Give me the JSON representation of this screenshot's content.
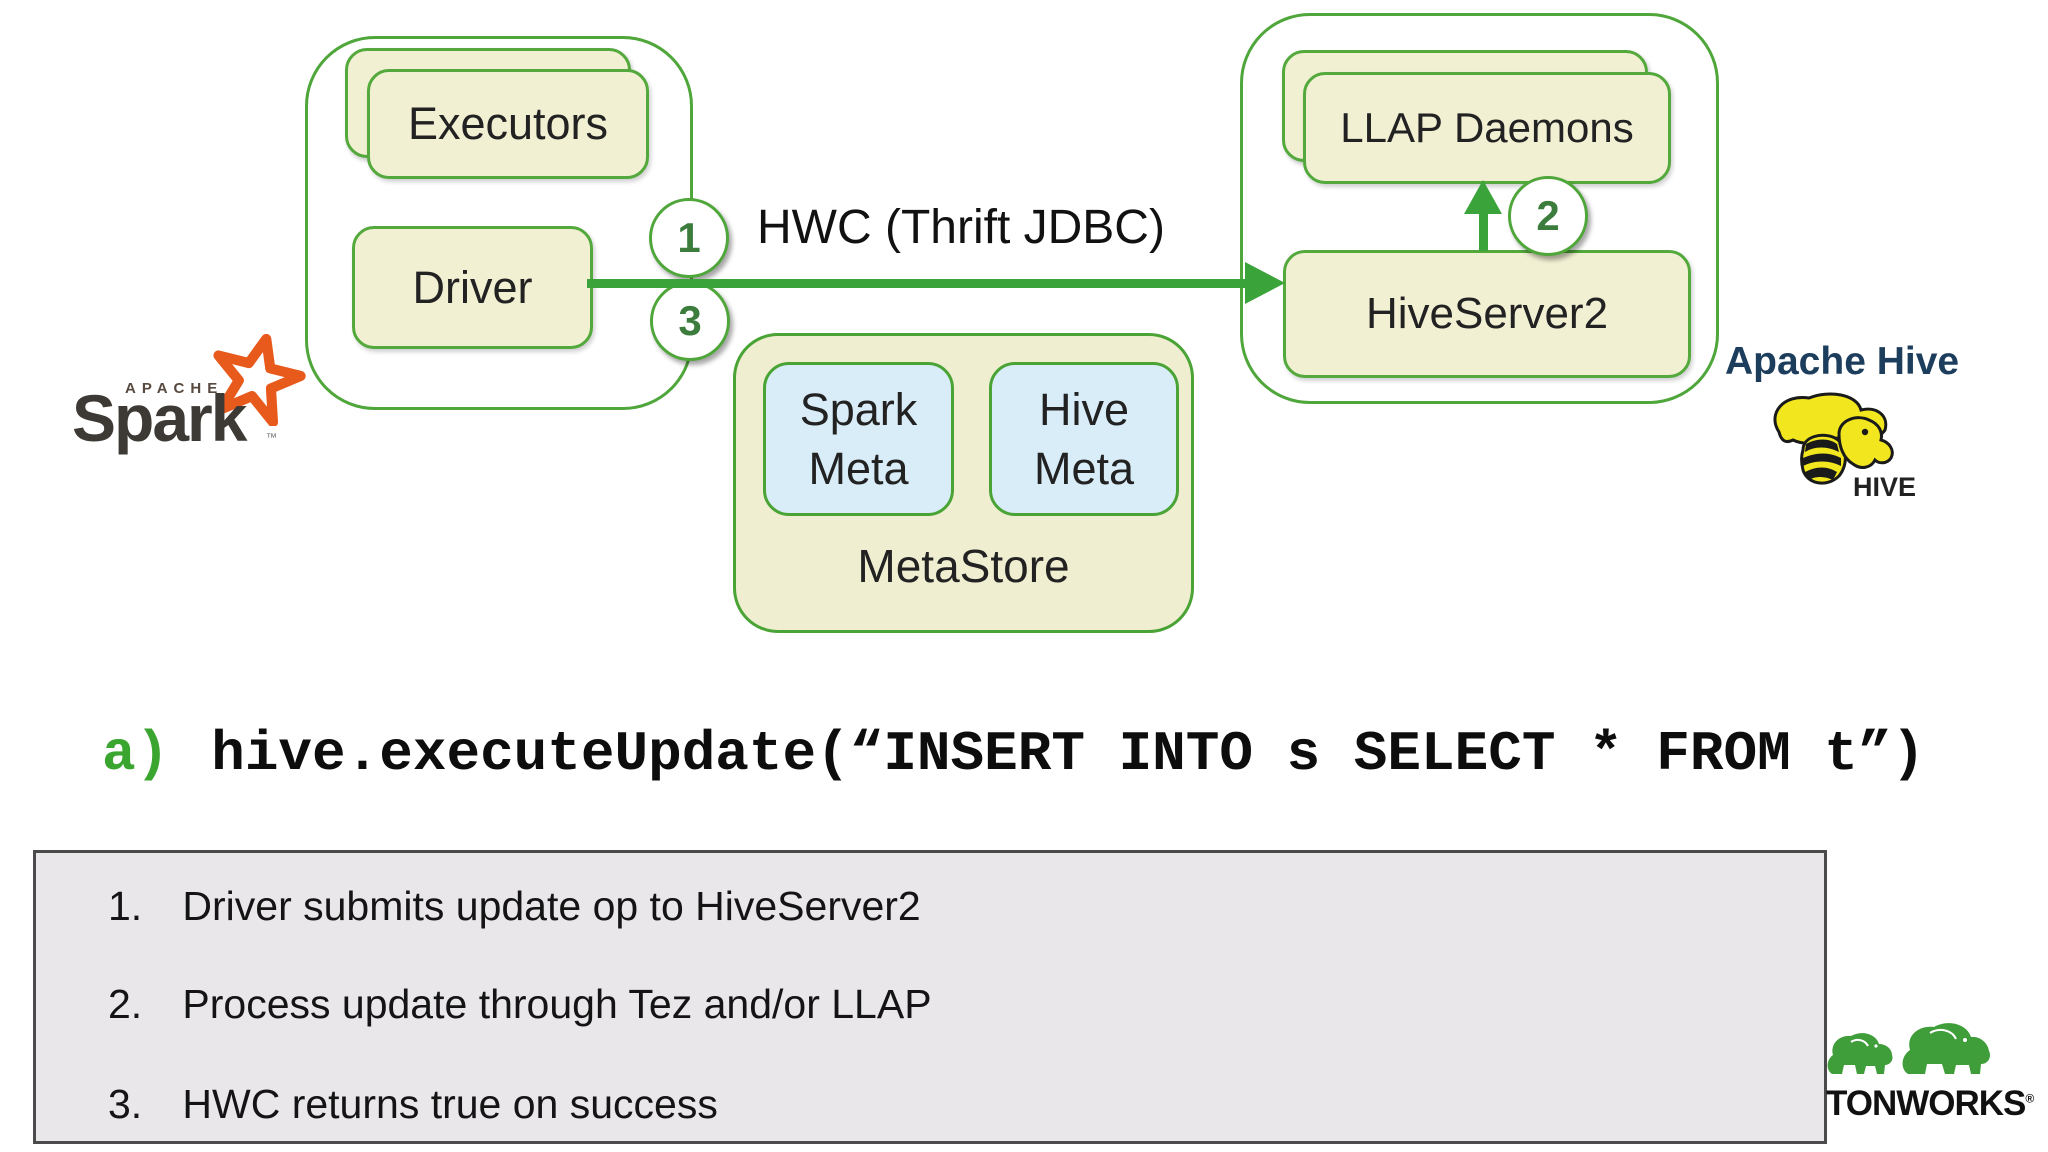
{
  "diagram": {
    "spark_cluster": {
      "executors_label": "Executors",
      "driver_label": "Driver"
    },
    "hive_cluster": {
      "llap_label": "LLAP Daemons",
      "hiveserver2_label": "HiveServer2"
    },
    "metastore": {
      "spark_meta_line1": "Spark",
      "spark_meta_line2": "Meta",
      "hive_meta_line1": "Hive",
      "hive_meta_line2": "Meta",
      "title": "MetaStore"
    },
    "arrow_label": "HWC (Thrift JDBC)",
    "badges": {
      "one": "1",
      "two": "2",
      "three": "3"
    },
    "logos": {
      "spark": {
        "apache": "APACHE",
        "name": "Spark",
        "tm": "™"
      },
      "hive": {
        "title": "Apache Hive",
        "hive_text": "HIVE"
      },
      "hortonworks": {
        "text": "TONWORKS",
        "reg": "®"
      }
    }
  },
  "code_line": {
    "prefix": "a)",
    "code": "hive.executeUpdate(“INSERT INTO s SELECT * FROM t”)"
  },
  "steps": [
    {
      "num": "1.",
      "text": "Driver submits update op to HiveServer2"
    },
    {
      "num": "2.",
      "text": "Process update through Tez and/or LLAP"
    },
    {
      "num": "3.",
      "text": "HWC returns true on success"
    }
  ],
  "colors": {
    "box_border_green": "#4fa63a",
    "arrow_green": "#3aa339",
    "node_cream": "#f2f0d3",
    "meta_blue": "#d9edf8",
    "badge_number_green": "#3c7d3e",
    "code_prefix_green": "#3aa52f",
    "hive_brand_navy": "#1c3d5c",
    "spark_star_orange": "#e8591c",
    "hortonworks_green": "#3f9e39",
    "hive_bee_yellow": "#f2e71f",
    "steps_box_gray": "#e9e7ea"
  }
}
